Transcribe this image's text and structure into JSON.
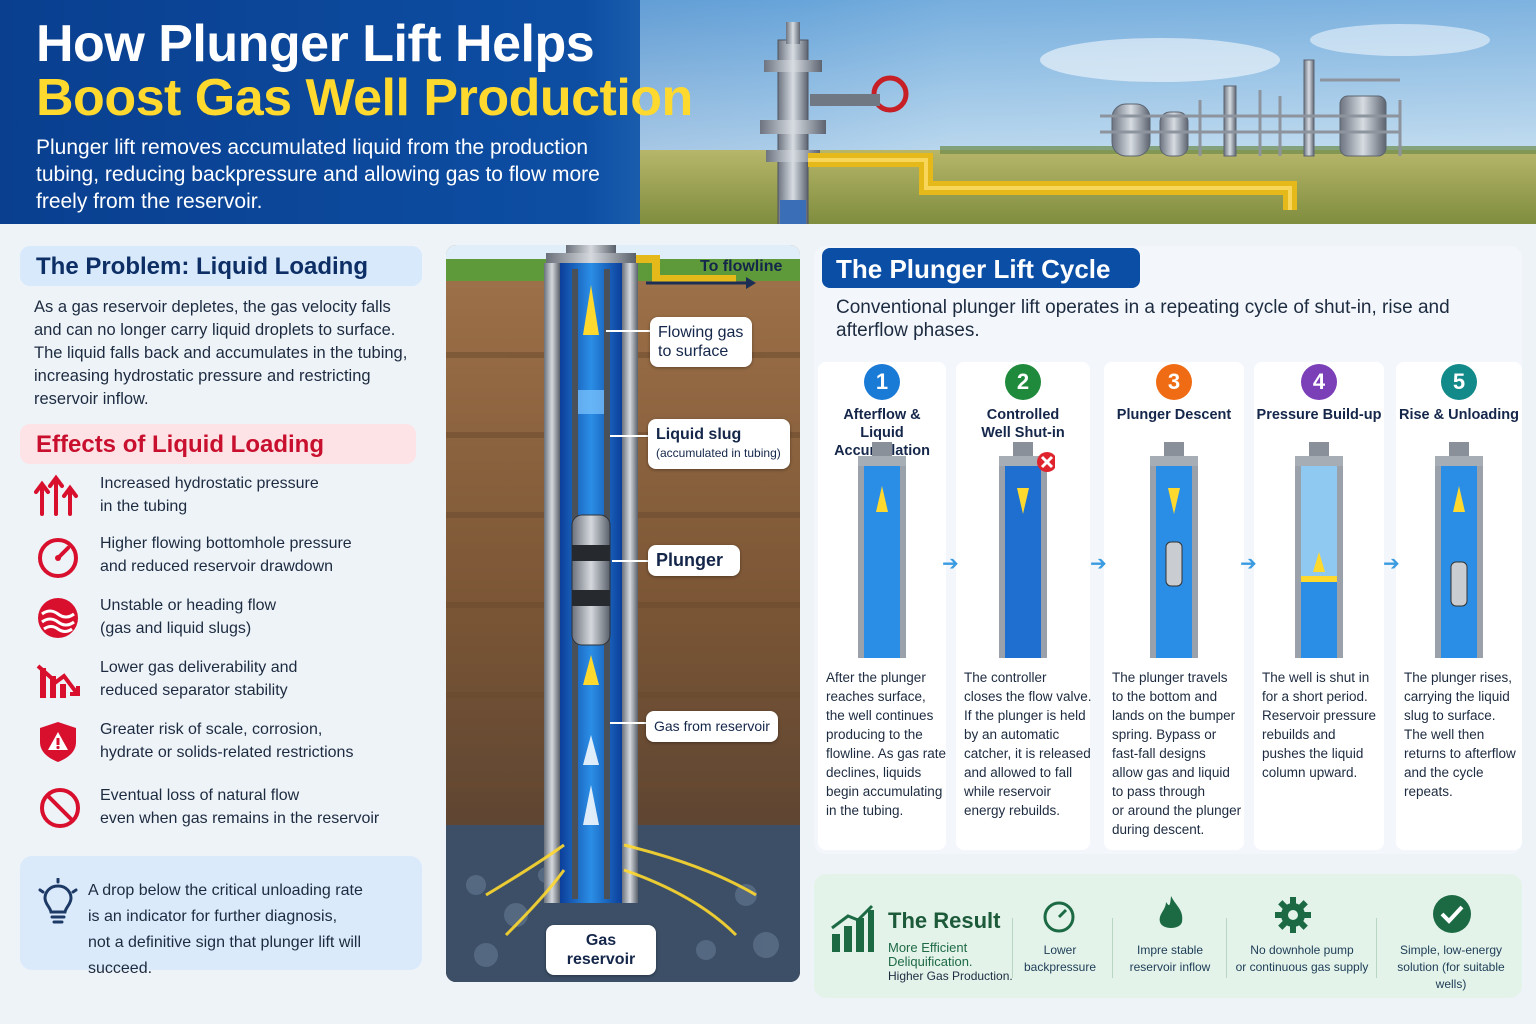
{
  "header": {
    "title_line1": "How Plunger Lift Helps",
    "title_line2": "Boost Gas Well Production",
    "subtitle": "Plunger lift removes accumulated liquid from the production tubing, reducing backpressure and allowing gas to flow more freely from the reservoir."
  },
  "problem": {
    "title": "The Problem: Liquid Loading",
    "text": "As a gas reservoir depletes, the gas velocity falls and can no longer carry liquid droplets to surface. The liquid falls back and accumulates in the tubing, increasing hydrostatic pressure and restricting reservoir inflow."
  },
  "effects": {
    "title": "Effects of Liquid Loading",
    "items": [
      {
        "icon": "pressure-arrows-icon",
        "line1": "Increased hydrostatic pressure",
        "line2": "in the tubing"
      },
      {
        "icon": "gauge-icon",
        "line1": "Higher flowing bottomhole pressure",
        "line2": "and reduced reservoir drawdown"
      },
      {
        "icon": "wave-flow-icon",
        "line1": "Unstable or heading flow",
        "line2": "(gas and liquid slugs)"
      },
      {
        "icon": "declining-chart-icon",
        "line1": "Lower gas deliverability and",
        "line2": "reduced separator stability"
      },
      {
        "icon": "warning-shield-icon",
        "line1": "Greater risk of scale, corrosion,",
        "line2": "hydrate or solids-related restrictions"
      },
      {
        "icon": "no-entry-icon",
        "line1": "Eventual loss of natural flow",
        "line2": "even when gas remains in the reservoir"
      }
    ]
  },
  "note": {
    "icon": "lightbulb-icon",
    "line1": "A drop below the critical unloading rate",
    "line2": "is an indicator for further diagnosis,",
    "line3": "not a definitive sign that plunger lift will succeed."
  },
  "well": {
    "to_flowline": "To flowline",
    "flowing_gas_l1": "Flowing gas",
    "flowing_gas_l2": "to surface",
    "liquid_slug": "Liquid slug",
    "liquid_slug_sub": "(accumulated in tubing)",
    "plunger": "Plunger",
    "gas_from_reservoir": "Gas from reservoir",
    "gas_reservoir": "Gas reservoir"
  },
  "cycle": {
    "title": "The Plunger Lift Cycle",
    "subtitle": "Conventional plunger lift operates in a repeating cycle of shut-in, rise and afterflow phases.",
    "steps": [
      {
        "num": "1",
        "name_l1": "Afterflow &",
        "name_l2": "Liquid Accumulation",
        "color": "#1a7bd6",
        "desc": [
          "After the plunger",
          "reaches surface,",
          "the well continues",
          "producing to the",
          "flowline. As gas rate",
          "declines, liquids",
          "begin accumulating",
          "in the tubing."
        ]
      },
      {
        "num": "2",
        "name_l1": "Controlled",
        "name_l2": "Well Shut-in",
        "color": "#1f8a3c",
        "desc": [
          "The controller",
          "closes the flow valve.",
          "If the plunger is held",
          "by an automatic",
          "catcher, it is released",
          "and allowed to fall",
          "while reservoir",
          "energy rebuilds."
        ]
      },
      {
        "num": "3",
        "name_l1": "Plunger Descent",
        "name_l2": "",
        "color": "#ef6c14",
        "desc": [
          "The plunger travels",
          "to the bottom and",
          "lands on the bumper",
          "spring. Bypass or",
          "fast-fall designs",
          "allow gas and liquid",
          "to pass through",
          "or around the plunger",
          "during descent."
        ]
      },
      {
        "num": "4",
        "name_l1": "Pressure Build-up",
        "name_l2": "",
        "color": "#7b3fb8",
        "desc": [
          "The well is shut in",
          "for a short period.",
          "Reservoir pressure",
          "rebuilds and",
          "pushes the liquid",
          "column upward."
        ]
      },
      {
        "num": "5",
        "name_l1": "Rise & Unloading",
        "name_l2": "",
        "color": "#138a8a",
        "desc": [
          "The plunger rises,",
          "carrying the liquid",
          "slug to surface.",
          "The well then",
          "returns to afterflow",
          "and the cycle",
          "repeats."
        ]
      }
    ]
  },
  "result": {
    "title": "The Result",
    "sub_l1": "More Efficient",
    "sub_l2": "Deliquification.",
    "sub_l3": "Higher Gas Production.",
    "items": [
      {
        "icon": "gauge-icon",
        "l1": "Lower",
        "l2": "backpressure"
      },
      {
        "icon": "flame-icon",
        "l1": "Impre stable",
        "l2": "reservoir inflow"
      },
      {
        "icon": "gear-icon",
        "l1": "No downhole pump",
        "l2": "or continuous gas supply"
      },
      {
        "icon": "checkmark-icon",
        "l1": "Simple, low-energy",
        "l2": "solution (for suitable wells)"
      }
    ]
  },
  "colors": {
    "primary_blue": "#0b4ea6",
    "accent_yellow": "#ffd92e",
    "danger_red": "#d8102e",
    "result_green": "#1c6a44"
  }
}
